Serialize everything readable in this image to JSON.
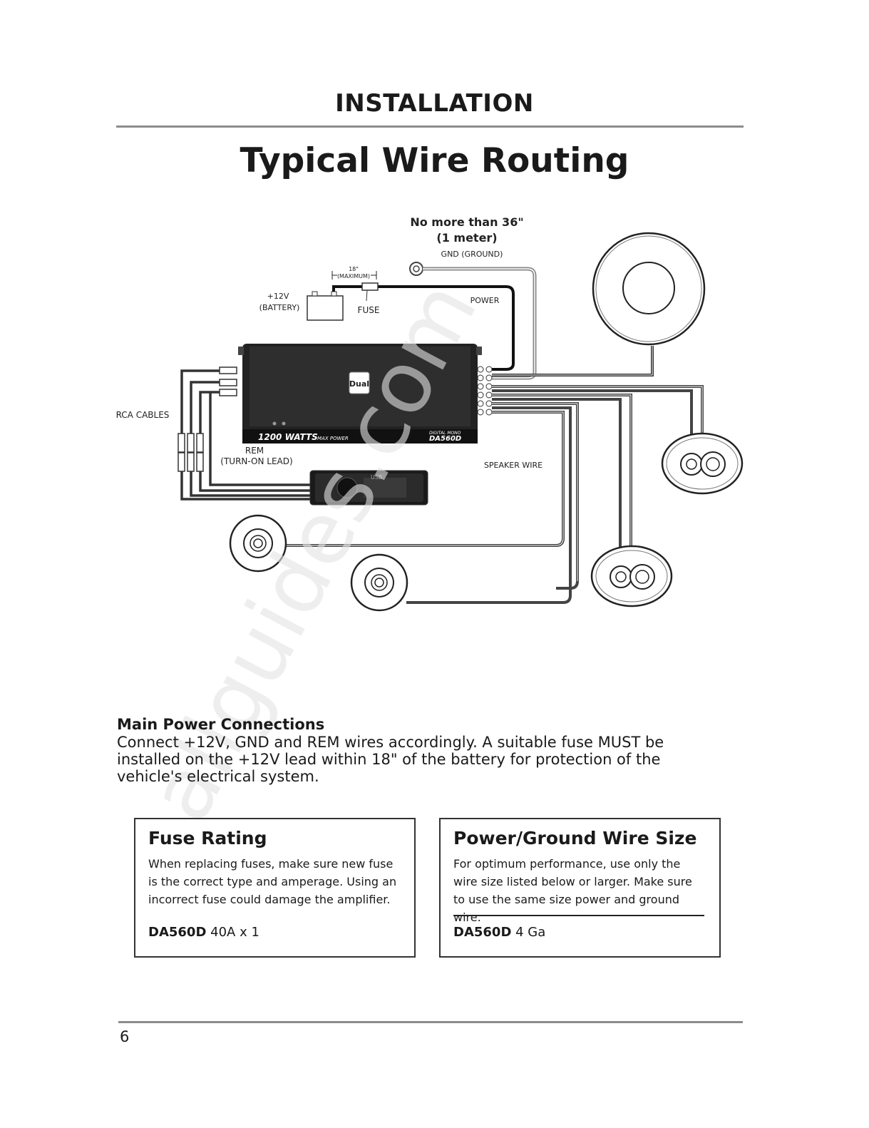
{
  "header": {
    "section": "INSTALLATION",
    "title": "Typical Wire Routing"
  },
  "diagram": {
    "distance_note_line1": "No more than 36\"",
    "distance_note_line2": "(1 meter)",
    "gnd_label": "GND (GROUND)",
    "fuse_dist_line1": "18\"",
    "fuse_dist_line2": "(MAXIMUM)",
    "battery_line1": "+12V",
    "battery_line2": "(BATTERY)",
    "fuse_label": "FUSE",
    "power_label": "POWER",
    "rca_label": "RCA CABLES",
    "rem_line1": "REM",
    "rem_line2": "(TURN-ON LEAD)",
    "speaker_wire_label": "SPEAKER WIRE",
    "amp_brand": "Dual",
    "amp_watts": "1200 WATTS",
    "amp_max": "MAX POWER",
    "amp_type": "DIGITAL MONO",
    "amp_model": "DA560D",
    "headunit_usb": "USB"
  },
  "main_power": {
    "heading": "Main Power Connections",
    "body": "Connect +12V, GND and REM wires accordingly. A suitable fuse  MUST be installed on the +12V lead within 18\" of the battery for protection of the vehicle's electrical system."
  },
  "fuse_box": {
    "title": "Fuse Rating",
    "body": "When replacing fuses, make sure new fuse is the correct type and amperage. Using an incorrect fuse could damage the amplifier.",
    "model": "DA560D",
    "value": "40A x 1"
  },
  "wire_box": {
    "title": "Power/Ground Wire Size",
    "body": "For optimum performance, use only the wire size listed below or larger. Make sure to use the same size power and ground wire.",
    "model": "DA560D",
    "value": "4 Ga"
  },
  "footer": {
    "page_number": "6"
  },
  "watermark": "allguides.com"
}
